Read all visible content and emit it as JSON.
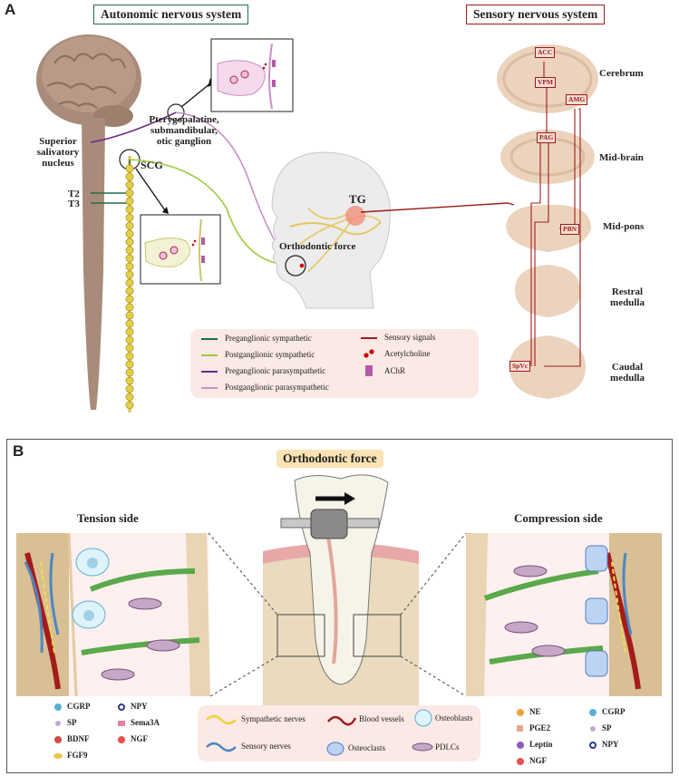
{
  "panelA": {
    "letter": "A",
    "autonomic_title": "Autonomic nervous system",
    "sensory_title": "Sensory nervous system",
    "superior_salivatory": "Superior salivatory nucleus",
    "ganglion_label": "Pterygopalatine, submandibular, otic ganglion",
    "scg": "SCG",
    "t2": "T2",
    "t3": "T3",
    "tg": "TG",
    "orthodontic_force": "Orthodontic force",
    "brain_levels": [
      "Cerebrum",
      "Mid-brain",
      "Mid-pons",
      "Restral medulla",
      "Caudal medulla"
    ],
    "regions": {
      "acc": "ACC",
      "vpm": "VPM",
      "amg": "AMG",
      "pag": "PAG",
      "pbn": "PBN",
      "spvc": "SpVc"
    },
    "legend": {
      "pre_sym": "Preganglionic sympathetic",
      "post_sym": "Postganglionic sympathetic",
      "pre_para": "Preganglionic parasympathetic",
      "post_para": "Postganglionic parasympathetic",
      "sensory": "Sensory signals",
      "ach": "Acetylcholine",
      "achr": "AChR"
    },
    "colors": {
      "pre_sym": "#1f6f4a",
      "post_sym": "#9cc93b",
      "pre_para": "#6b2a86",
      "post_para": "#c98fc4",
      "sensory": "#9b1c1c"
    }
  },
  "panelB": {
    "letter": "B",
    "title": "Orthodontic force",
    "tension": "Tension side",
    "compression": "Compression side",
    "left_legend": [
      "CGRP",
      "NPY",
      "SP",
      "Sema3A",
      "BDNF",
      "NGF",
      "FGF9"
    ],
    "center_legend": {
      "sym_nerves": "Sympathetic nerves",
      "blood_vessels": "Blood vessels",
      "osteoblasts": "Osteoblasts",
      "sensory_nerves": "Sensory nerves",
      "osteoclasts": "Osteoclasts",
      "pdlcs": "PDLCs"
    },
    "right_legend": [
      "NE",
      "CGRP",
      "PGE2",
      "SP",
      "Leptin",
      "NPY",
      "NGF"
    ]
  }
}
